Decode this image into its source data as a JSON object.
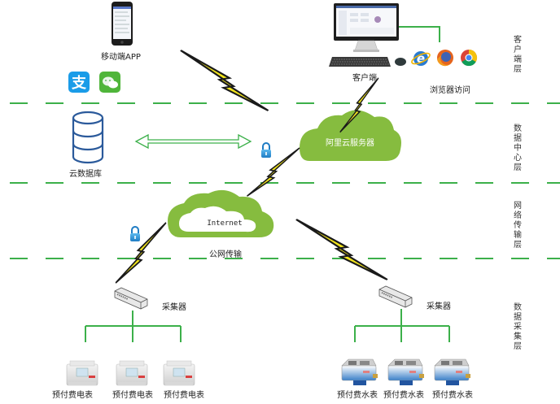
{
  "layers": [
    {
      "id": "client",
      "label": "客户端层"
    },
    {
      "id": "datacenter",
      "label": "数据中心层"
    },
    {
      "id": "network",
      "label": "网络传输层"
    },
    {
      "id": "collection",
      "label": "数据采集层"
    }
  ],
  "client_layer": {
    "mobile_app_label": "移动端APP",
    "payment_icons": [
      "alipay-icon",
      "wechat-icon"
    ],
    "pc_client_label": "客户端",
    "browser_access_label": "浏览器访问",
    "browsers": [
      "ie-icon",
      "firefox-icon",
      "chrome-icon"
    ]
  },
  "datacenter_layer": {
    "database_label": "云数据库",
    "server_cloud_label": "阿里云服务器"
  },
  "network_layer": {
    "internet_label": "Internet",
    "public_network_label": "公网传输"
  },
  "collection_layer": {
    "left_collector_label": "采集器",
    "right_collector_label": "采集器",
    "electric_meters": [
      "预付费电表",
      "预付费电表",
      "预付费电表"
    ],
    "water_meters": [
      "预付费水表",
      "预付费水表",
      "预付费水表"
    ]
  },
  "colors": {
    "divider_green": "#3cb04a",
    "cloud_green": "#86bc3f",
    "db_blue": "#2b5a9b",
    "bolt_yellow": "#f2e51c",
    "lock_blue": "#2a8fd4"
  }
}
